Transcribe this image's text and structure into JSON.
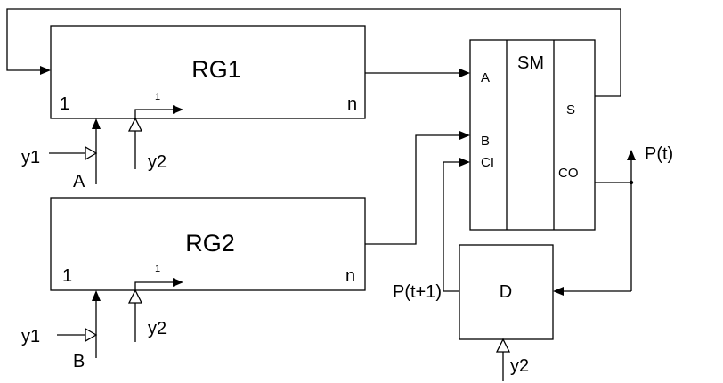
{
  "registers": {
    "rg1": {
      "name": "RG1",
      "lsb": "1",
      "msb": "n",
      "shift": "1"
    },
    "rg2": {
      "name": "RG2",
      "lsb": "1",
      "msb": "n",
      "shift": "1"
    }
  },
  "adder": {
    "name": "SM",
    "in_a": "A",
    "in_b": "B",
    "in_ci": "CI",
    "out_s": "S",
    "out_co": "CO"
  },
  "flipflop": {
    "name": "D",
    "output": "P(t+1)"
  },
  "signals": {
    "y1_top": "y1",
    "y2_top": "y2",
    "a_in": "A",
    "y1_bottom": "y1",
    "y2_bottom": "y2",
    "b_in": "B",
    "y2_d": "y2",
    "carry": "P(t)"
  }
}
